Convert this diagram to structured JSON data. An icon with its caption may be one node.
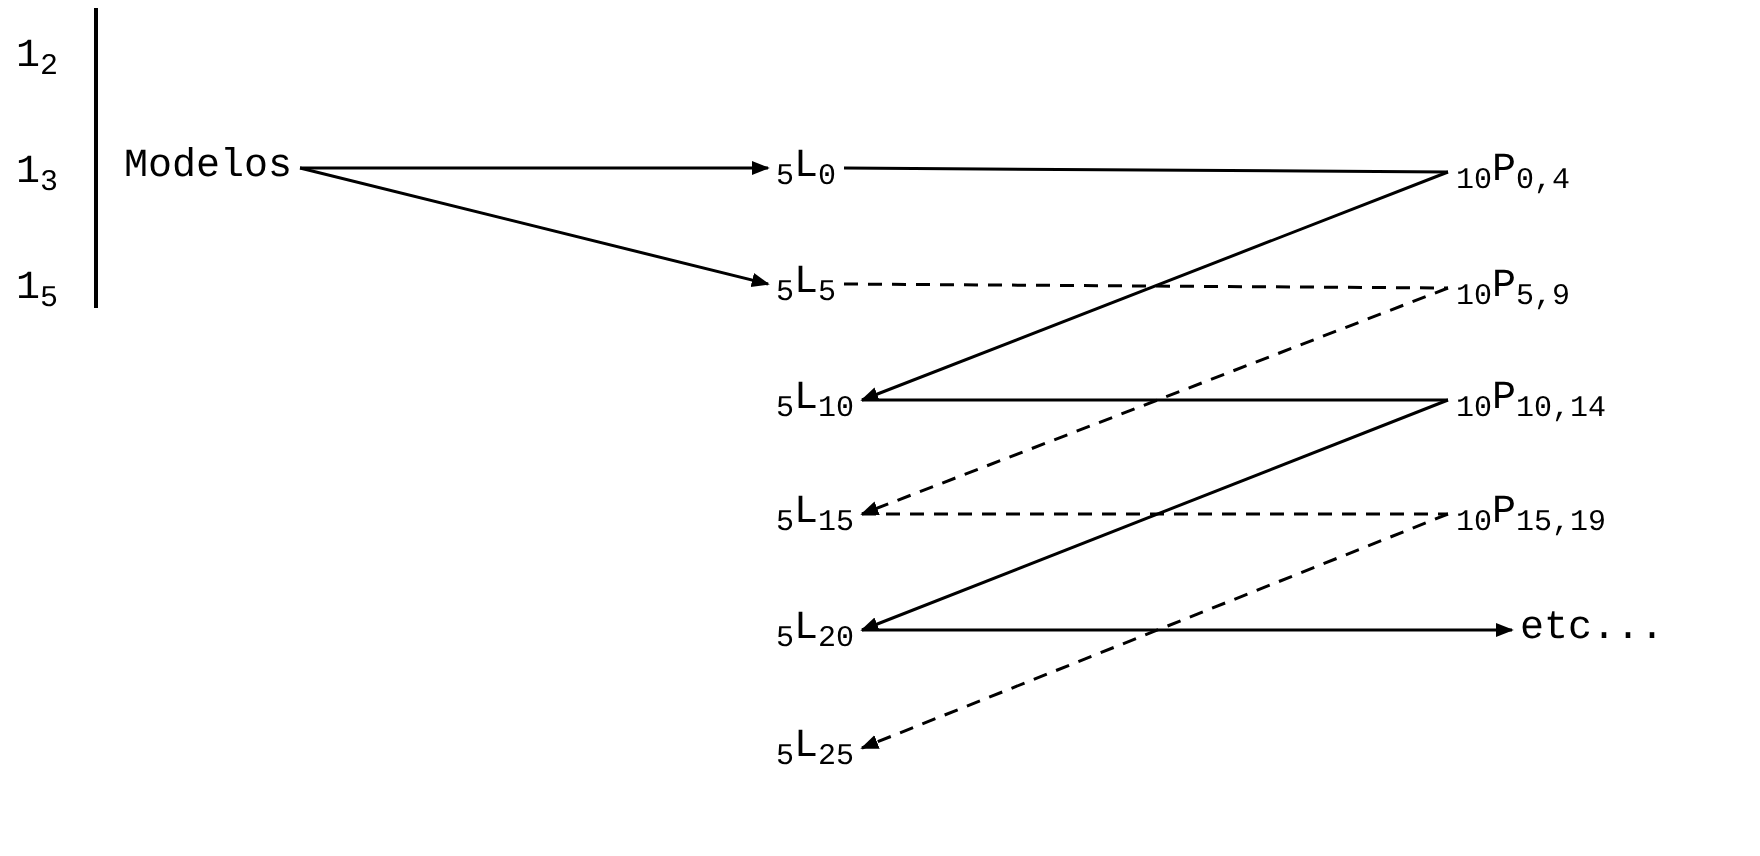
{
  "diagram": {
    "nodes": [
      {
        "text": [
          "Modelos"
        ]
      },
      {
        "text": [
          "$_{5}$L$_{0}$"
        ]
      },
      {
        "text": [
          "$_{5}$L$_{5}$"
        ]
      },
      {
        "text": [
          "$_{5}$L$_{10}$"
        ]
      },
      {
        "text": [
          "$_{5}$L$_{15}$"
        ]
      },
      {
        "text": [
          "$_{5}$L$_{20}$"
        ]
      },
      {
        "text": [
          "$_{5}$L$_{25}$"
        ]
      },
      {
        "text": [
          "$_{10}$P$_{0,4}$"
        ]
      },
      {
        "text": [
          "$_{10}$P$_{5,9}$"
        ]
      },
      {
        "text": [
          "$_{10}$P$_{10,14}$"
        ]
      },
      {
        "text": [
          "$_{10}$P$_{15,19}$"
        ]
      },
      {
        "text": [
          "etc..."
        ]
      }
    ],
    "edges": [
      {
        "from": 0,
        "to": 1,
        "arrow": "to"
      },
      {
        "from": 0,
        "to": 2,
        "arrow": "to"
      },
      {
        "from": 1,
        "to": 7,
        "arrow": "none"
      },
      {
        "from": 7,
        "to": 3,
        "arrow": "to"
      },
      {
        "from": 2,
        "to": 8,
        "arrow": "none",
        "style": "dashed"
      },
      {
        "from": 8,
        "to": 4,
        "arrow": "to",
        "style": "dashed"
      },
      {
        "from": 3,
        "to": 9,
        "arrow": "none"
      },
      {
        "from": 9,
        "to": 5,
        "arrow": "to"
      },
      {
        "from": 4,
        "to": 10,
        "arrow": "none",
        "style": "dashed"
      },
      {
        "from": 10,
        "to": 6,
        "arrow": "to",
        "style": "dashed"
      },
      {
        "from": 5,
        "to": 11,
        "arrow": "to"
      }
    ],
    "labels": [
      "1$_{2}$",
      "1$_{3}$",
      "1$_{5}$"
    ]
  }
}
